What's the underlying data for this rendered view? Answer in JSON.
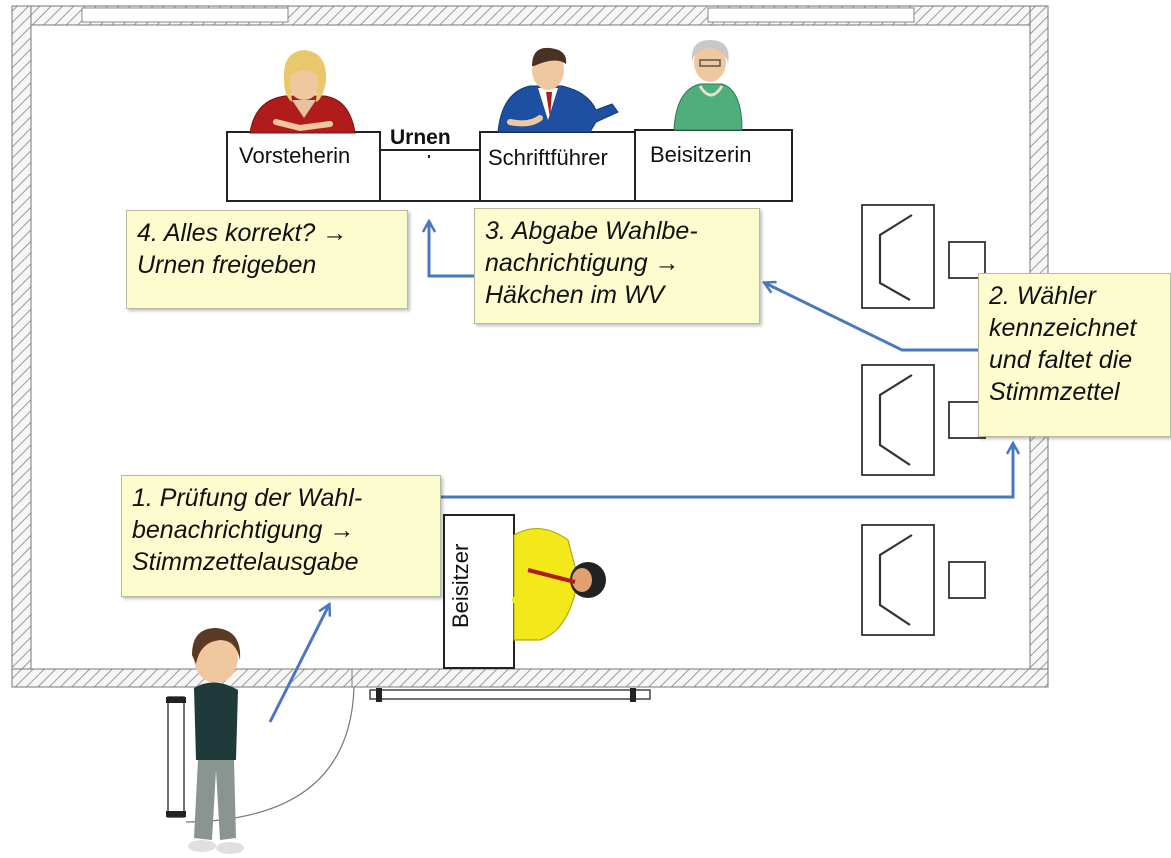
{
  "desks": {
    "vorsteherin": "Vorsteherin",
    "urnen": "Urnen",
    "schriftfuehrer": "Schriftführer",
    "beisitzerin": "Beisitzerin",
    "beisitzer": "Beisitzer"
  },
  "steps": {
    "step1": "1. Prüfung der Wahl-\nbenachrichtigung →\nStimmzettelausgabe",
    "step2": "2. Wähler\nkennzeichnet\nund faltet die\nStimmzettel",
    "step3": "3. Abgabe Wahlbe-\nnachrichtigung →\nHäkchen im WV",
    "step4": "4. Alles korrekt? →\nUrnen freigeben"
  },
  "colors": {
    "arrow": "#4a78c0",
    "note_fill": "#fdfccf",
    "wall_hatch": "#8a8a8a",
    "suit_yellow": "#f2e81a",
    "jacket_red": "#b01c1c",
    "jacket_blue": "#1f4fa0",
    "jacket_green": "#4fae7a"
  }
}
